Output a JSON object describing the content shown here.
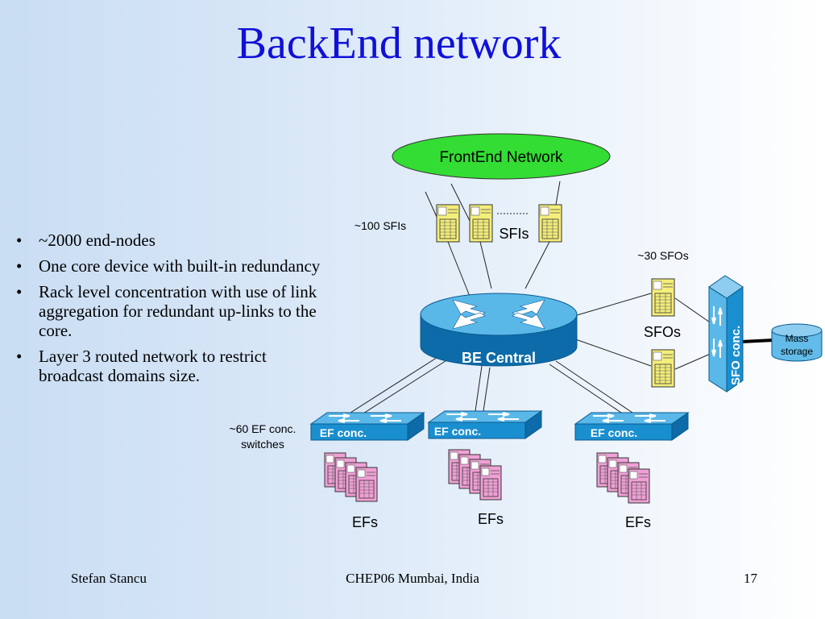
{
  "slide": {
    "title": "BackEnd network",
    "bullets": [
      "~2000 end-nodes",
      "One core device with built-in redundancy",
      "Rack level concentration with use of link aggregation for redundant up-links to the core.",
      "Layer 3 routed network to restrict broadcast domains size."
    ],
    "footer": {
      "author": "Stefan Stancu",
      "event": "CHEP06 Mumbai, India",
      "page": "17"
    }
  },
  "diagram": {
    "frontend": "FrontEnd Network",
    "sfi_count": "~100 SFIs",
    "sfi_label": "SFIs",
    "sfo_count": "~30 SFOs",
    "sfo_label": "SFOs",
    "core": "BE Central",
    "sfo_conc": "SFO conc.",
    "mass_storage": [
      "Mass",
      "storage"
    ],
    "ef_conc_count": [
      "~60 EF conc.",
      "switches"
    ],
    "ef_conc": [
      "EF conc.",
      "EF conc.",
      "EF conc."
    ],
    "ef_label": [
      "EFs",
      "EFs",
      "EFs"
    ]
  },
  "colors": {
    "title": "#1010d8",
    "frontend_fill": "#33dd33",
    "device_blue": "#1a8fcf",
    "server_yellow": "#f4ee7a",
    "server_pink": "#f0a0d6"
  }
}
